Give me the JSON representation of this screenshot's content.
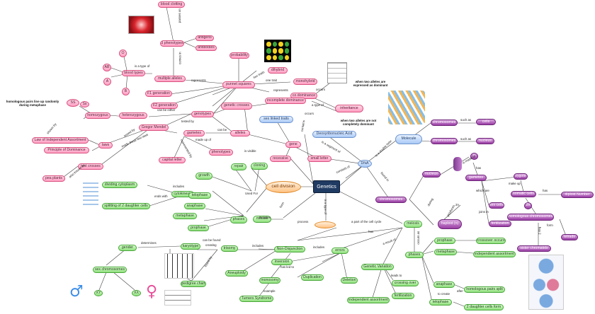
{
  "center": {
    "cell_division": "cell division",
    "genetics": "Genetics"
  },
  "pink": {
    "blood_clotting": "blood clotting",
    "three_phenotypes": "3 phenotypes",
    "antigens": "antigens",
    "antibodies": "antibodies",
    "probability": "probability",
    "o_gene": "O",
    "ab_gene": "AB",
    "a_gene": "A",
    "b_gene": "B",
    "blood_types": "blood types",
    "multiple_alleles": "multiple alleles",
    "punnett_squares": "punnet squares",
    "dihybrid": "dihybrid",
    "monohybrid": "monohybrid",
    "f1_generation": "F1 generation",
    "co_dominance": "co dominance",
    "f2_generation": "F2 generation",
    "incomplete_dominance": "incomplete dominance",
    "genetic_crosses": "genetic crosses",
    "inheritance": "inheritance",
    "ss_upper": "SS",
    "ss_lower": "Ss",
    "homozygous": "homozygous",
    "heterozygous": "heterozygous",
    "genotypes": "genotypes",
    "gregor_mendel": "Gregor Mendel",
    "gametes": "gametes",
    "alleles": "alleles",
    "law_independent": "Law of Independent Assortment",
    "laws": "laws",
    "principle_dominance": "Principle of Dominance",
    "phenotypes": "phenotypes",
    "gene": "gene",
    "capital_letter": "capital letter",
    "recessive": "recessive",
    "small_letter": "small letter",
    "test_crosses": "test crosses",
    "pea_plants": "pea plants"
  },
  "blue": {
    "sex_linked": "sex linked traits",
    "dna_full": "Deoxyribonucleic Acid",
    "molecule": "Molecule",
    "dna": "DNA"
  },
  "purple": {
    "chromosomes_top": "chromosomes",
    "cells": "cells",
    "chromosomes_mid": "chromosomes",
    "nucleus_top": "nucleus",
    "n_node": "n",
    "chromosomes_right": "chromosomes",
    "gametes": "gametes",
    "zygote": "zygote",
    "nucleus_left": "nucleus",
    "somatic_cells": "somatic cells",
    "diploid_number": "diploid Number",
    "two_n": "2n",
    "sex_cells": "sex cells",
    "haploid": "haploid (n)",
    "fertilization": "fertilization",
    "homologous_chromosomes": "homologous chromosomes",
    "tetrads": "tetrads",
    "sister_chromatids": "sister chromatids"
  },
  "green": {
    "growth": "growth",
    "repair": "repair",
    "cloning": "cloning",
    "dividing_cytoplasm": "dividing cytoplasm",
    "cytokinesis": "cytokinesis",
    "splitting": "splitting of 2 daughter cells",
    "telophase": "telophase",
    "anaphase": "anaphase",
    "metaphase": "metaphase",
    "phases": "phases",
    "mitosis": "mitosis",
    "prophase": "prophase",
    "meiosis": "meiosis",
    "gender": "gender",
    "karyotype": "karyotype",
    "trisomy": "trisomy",
    "non_disjunction": "Non-Disjunction",
    "errors": "errors",
    "sex_chromosomes": "sex chromosomes",
    "inversion": "inversion",
    "genetic_variation": "Genetic Variation",
    "meiosis_phases": "phases",
    "prophase2": "prophase",
    "crossover": "crossover occurs",
    "aneuploidy": "Aneuploidy",
    "duplication": "Duplication",
    "deletion": "Deletion",
    "crossing_over": "crossing over",
    "metaphase2": "metaphase",
    "independent_assortment2": "independent assortment",
    "monosomy": "monosomy",
    "pedigree": "pedigree chart",
    "fertilization": "fertilization",
    "anaphase2": "anaphase",
    "homologous_split": "homologous pairs split",
    "xy": "XY",
    "xx": "XX",
    "turners": "Turners Syndrome",
    "independent_assortment": "independent assortment",
    "telophase2": "telophase",
    "daughter_cells": "2 daughter cells form"
  },
  "labels": {
    "passes_on": "passes on",
    "comes_in": "comes in",
    "one_trait": "one trait",
    "two_traits": "two traits",
    "represents": "represents",
    "occurs": "occurs",
    "a_type_of": "a type of",
    "when_two_exp": "when two alleles are expressed as dominant",
    "when_two_not": "when two alleles are not completely dominant",
    "can_be_either": "can be either",
    "tested_by": "tested by",
    "can_be": "can be",
    "made_up_of": "made up of",
    "represented_by": "represented by",
    "also_known_as": "also known as",
    "is_visible": "is visible",
    "contains": "contains",
    "is_a_segment_of": "is a segment of",
    "consists_of": "consists of",
    "is_a_double_helix": "is a double helix",
    "found_in": "found in",
    "such_as": "such as",
    "has": "has",
    "which_are": "which are",
    "make_up": "make up",
    "joins_in": "joins in",
    "used_for": "Used For",
    "includes": "includes",
    "a_part_of": "a part of the cell cycle",
    "form": "form",
    "is_a_type_of": "is a type of",
    "can_be_found": "can be found",
    "creating": "creating",
    "determines": "determines",
    "has_led_to": "has led to",
    "example": "example",
    "process": "process",
    "produces": "produces",
    "during": "during",
    "after": "after",
    "occurs_as": "occurs as",
    "a_result_of": "a result of",
    "is_made_of": "is made of",
    "has_2": "has 2",
    "found_by": "found by",
    "to_create": "to create",
    "leads_to": "leads to",
    "two_n": "2n",
    "includes2": "includes",
    "ends_with": "ends with"
  },
  "notes": {
    "homologous_pairs": "homologous pairs line up randomly during metaphase",
    "made_these_two_laws": "made these two laws",
    "is_a_type_of_blood": "is a type of",
    "shown_by": "shown by",
    "dna_strand_title": "DNA strand"
  },
  "icons": {
    "male": "male-symbol",
    "female": "female-symbol"
  },
  "colors": {
    "pink_node": "#ff9ec2",
    "green_node": "#8fdf7d",
    "purple_node": "#9a3ea5",
    "blue_node": "#a9c9f5",
    "orange_node": "#ffc283",
    "navy_node": "#1f3b63",
    "male_symbol": "#3d8ee8",
    "female_symbol": "#e8509a"
  }
}
